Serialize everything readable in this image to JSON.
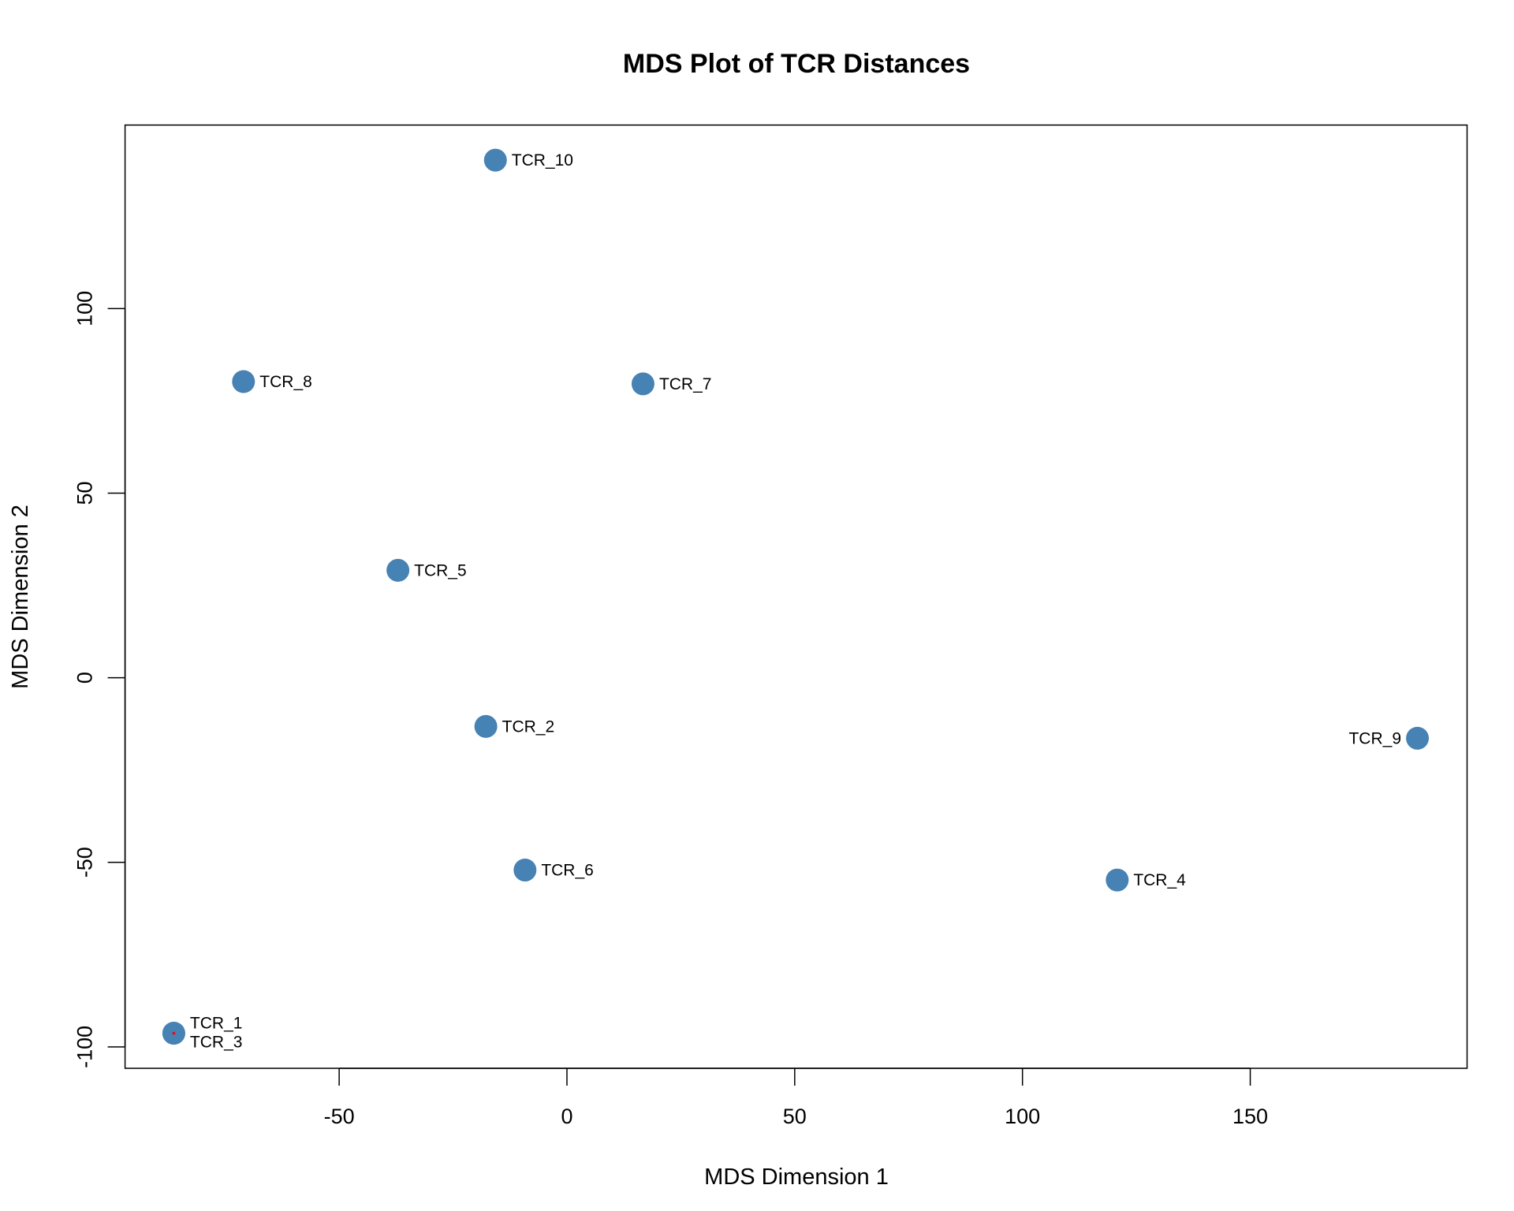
{
  "chart_data": {
    "type": "scatter",
    "title": "MDS Plot of TCR Distances",
    "xlabel": "MDS Dimension 1",
    "ylabel": "MDS Dimension 2",
    "xlim": [
      -97,
      197.6
    ],
    "ylim": [
      -105.8,
      149.7
    ],
    "xticks": [
      -50,
      0,
      50,
      100,
      150
    ],
    "yticks": [
      -100,
      -50,
      0,
      50,
      100
    ],
    "grid": false,
    "point_color": "#4682B4",
    "highlight_color": "#FF0000",
    "points": [
      {
        "label": "TCR_1",
        "x": -86.3,
        "y": -96.3
      },
      {
        "label": "TCR_2",
        "x": -17.8,
        "y": -13.2
      },
      {
        "label": "TCR_3",
        "x": -86.3,
        "y": -96.3
      },
      {
        "label": "TCR_4",
        "x": 120.8,
        "y": -54.8
      },
      {
        "label": "TCR_5",
        "x": -37.1,
        "y": 29.1
      },
      {
        "label": "TCR_6",
        "x": -9.2,
        "y": -52.1
      },
      {
        "label": "TCR_7",
        "x": 16.7,
        "y": 79.6
      },
      {
        "label": "TCR_8",
        "x": -71.0,
        "y": 80.2
      },
      {
        "label": "TCR_9",
        "x": 186.7,
        "y": -16.4
      },
      {
        "label": "TCR_10",
        "x": -15.7,
        "y": 140.2
      }
    ],
    "highlight_point": {
      "x": -86.3,
      "y": -96.3
    }
  }
}
